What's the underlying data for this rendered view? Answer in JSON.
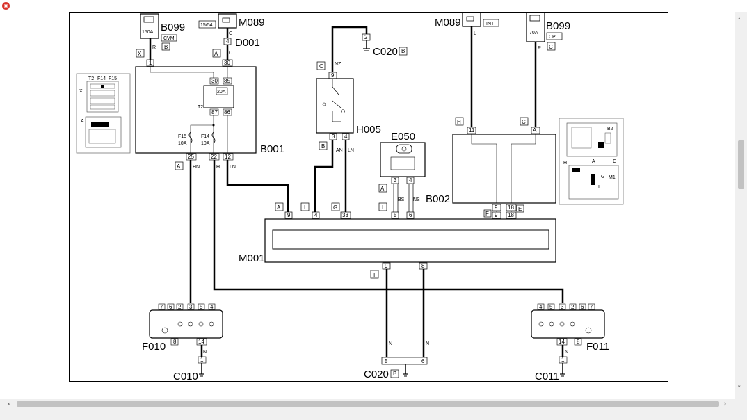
{
  "components": {
    "b099_top": {
      "code": "B099",
      "rating": "150A",
      "pin": "1",
      "wire": "R",
      "tag": "CVM",
      "connector": "X",
      "sub": "B"
    },
    "m089_top": {
      "code": "M089",
      "label": "15/54",
      "pin": "C"
    },
    "d001": {
      "code": "D001",
      "pin_in": "4",
      "pin_out": "30",
      "wire": "C",
      "connector": "A"
    },
    "b001": {
      "code": "B001",
      "relay": {
        "p30": "30",
        "p85": "85",
        "p87": "87",
        "p86": "86",
        "fuse": "20A",
        "name": "T2"
      },
      "fuse15": {
        "name": "F15",
        "rating": "10A"
      },
      "fuse14": {
        "name": "F14",
        "rating": "10A"
      },
      "out_pins": [
        "25",
        "22",
        "12"
      ],
      "out_wires": [
        "HN",
        "H",
        "LN"
      ],
      "connector": "A"
    },
    "c020_top": {
      "code": "C020",
      "pin": "2",
      "wire": "NZ",
      "sub": "B"
    },
    "h005": {
      "code": "H005",
      "pin_in": "9",
      "connector_in": "C",
      "pins": [
        "3",
        "4"
      ],
      "wires": [
        "AN",
        "LN"
      ],
      "connector_out": "B"
    },
    "e050": {
      "code": "E050",
      "pins": [
        "3",
        "4"
      ],
      "wires": [
        "BS",
        "NS"
      ],
      "connector": "A"
    },
    "m089_right": {
      "code": "M089",
      "tag": "INT",
      "wire": "L",
      "connector": "H",
      "pin": "11"
    },
    "b099_right": {
      "code": "B099",
      "rating": "70A",
      "tag": "CPL",
      "wire": "R",
      "connector": "C",
      "sub": "C",
      "pin": "A"
    },
    "b002": {
      "code": "B002",
      "pins": [
        "9",
        "18"
      ],
      "connector": "F",
      "connector_e": "E"
    },
    "m001": {
      "code": "M001",
      "top_pins": [
        "9",
        "4",
        "33",
        "5",
        "6",
        "9",
        "18"
      ],
      "top_connectors": [
        "A",
        "I",
        "G",
        "I"
      ],
      "bottom_pins": [
        "9",
        "8"
      ],
      "bottom_connector": "I"
    },
    "f010": {
      "code": "F010",
      "top_pins": [
        "7",
        "6",
        "2",
        "3",
        "5",
        "4"
      ],
      "bottom_pins": [
        "8",
        "14"
      ],
      "wire": "N",
      "pin": "1"
    },
    "f011": {
      "code": "F011",
      "top_pins": [
        "4",
        "5",
        "3",
        "2",
        "6",
        "7"
      ],
      "bottom_pins": [
        "14",
        "8"
      ],
      "wire": "N",
      "pin": "1"
    },
    "c010": {
      "code": "C010"
    },
    "c020_bottom": {
      "code": "C020",
      "pins": [
        "5",
        "6"
      ],
      "wires": [
        "N",
        "N"
      ],
      "sub": "B"
    },
    "c011": {
      "code": "C011"
    }
  },
  "inset_left": {
    "labels": [
      "T2",
      "F14",
      "F15",
      "X",
      "A"
    ]
  },
  "inset_right": {
    "labels": [
      "B2",
      "H",
      "G",
      "M1",
      "A",
      "C",
      "I"
    ]
  },
  "colors": {
    "wire": "#000000",
    "window_bg": "#ffffff",
    "chrome": "#f0f0f0",
    "scroll_thumb": "#c2c2c2",
    "close": "#d9332b"
  }
}
